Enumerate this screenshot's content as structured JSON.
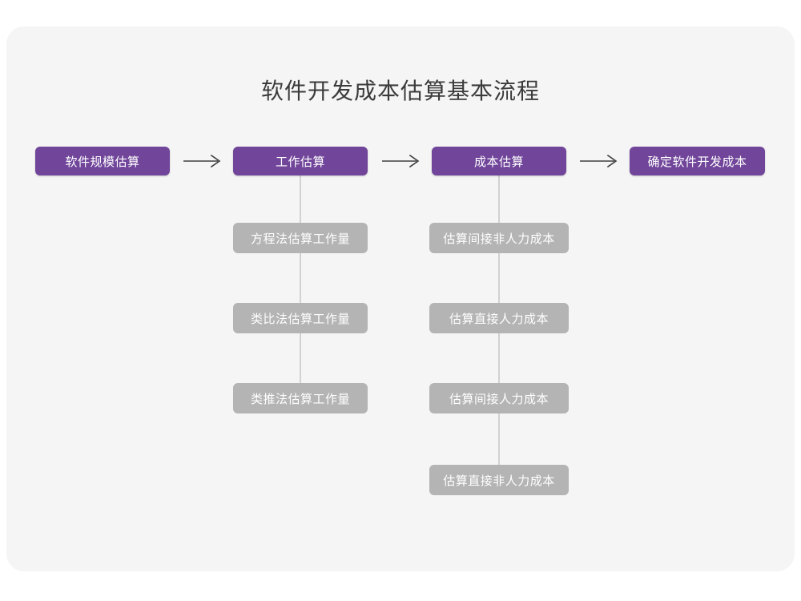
{
  "page": {
    "background_color": "#ffffff",
    "card_color": "#f5f5f5"
  },
  "diagram": {
    "title": "软件开发成本估算基本流程",
    "type": "flowchart",
    "colors": {
      "primary_node": "#70459a",
      "secondary_node": "#b4b4b4",
      "node_text": "#ffffff",
      "title_text": "#3b3b3b",
      "connector": "#d2d2d2",
      "arrow": "#3f3f3f"
    },
    "main_flow": [
      {
        "id": "step1",
        "label": "软件规模估算"
      },
      {
        "id": "step2",
        "label": "工作估算"
      },
      {
        "id": "step3",
        "label": "成本估算"
      },
      {
        "id": "step4",
        "label": "确定软件开发成本"
      }
    ],
    "arrows": [
      {
        "id": "arrow1",
        "from": "step1",
        "to": "step2",
        "glyph": "arrow-right-icon"
      },
      {
        "id": "arrow2",
        "from": "step2",
        "to": "step3",
        "glyph": "arrow-right-icon"
      },
      {
        "id": "arrow3",
        "from": "step3",
        "to": "step4",
        "glyph": "arrow-right-icon"
      }
    ],
    "branches": [
      {
        "parent": "step2",
        "items": [
          {
            "id": "b1-1",
            "label": "方程法估算工作量"
          },
          {
            "id": "b1-2",
            "label": "类比法估算工作量"
          },
          {
            "id": "b1-3",
            "label": "类推法估算工作量"
          }
        ]
      },
      {
        "parent": "step3",
        "items": [
          {
            "id": "b2-1",
            "label": "估算间接非人力成本"
          },
          {
            "id": "b2-2",
            "label": "估算直接人力成本"
          },
          {
            "id": "b2-3",
            "label": "估算间接人力成本"
          },
          {
            "id": "b2-4",
            "label": "估算直接非人力成本"
          }
        ]
      }
    ]
  }
}
